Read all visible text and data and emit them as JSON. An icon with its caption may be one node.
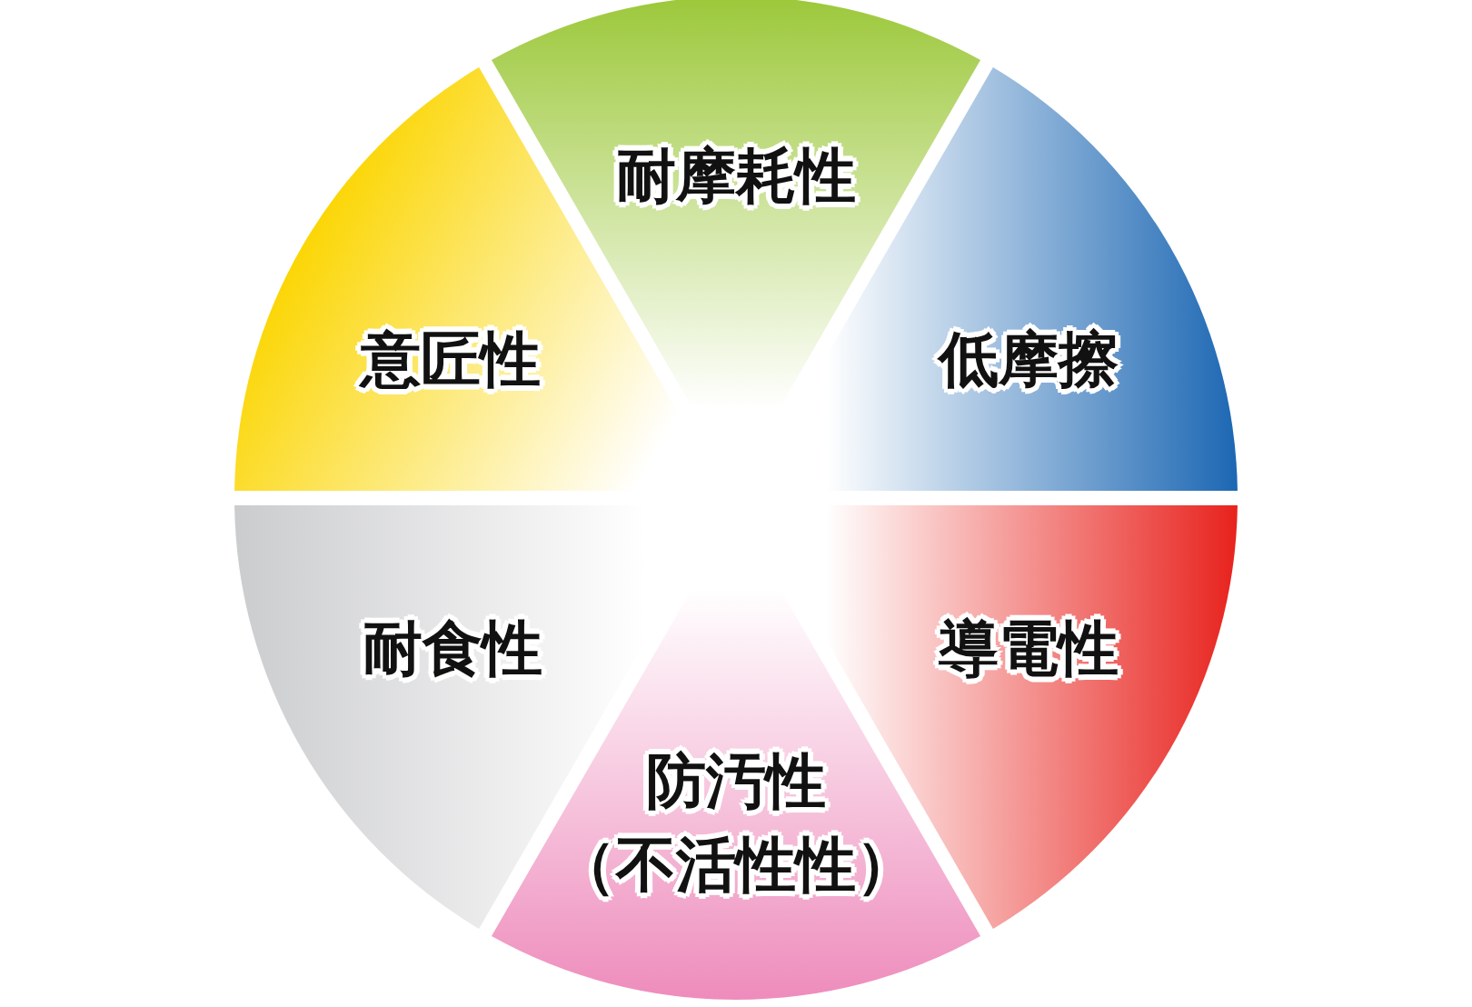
{
  "diagram": {
    "nodes": [
      {
        "text": [
          "耐摩耗性"
        ]
      },
      {
        "text": [
          "低摩擦"
        ]
      },
      {
        "text": [
          "導電性"
        ]
      },
      {
        "text": [
          "防汚性",
          "（不活性性）"
        ]
      },
      {
        "text": [
          "耐食性"
        ]
      },
      {
        "text": [
          "意匠性"
        ]
      }
    ]
  }
}
